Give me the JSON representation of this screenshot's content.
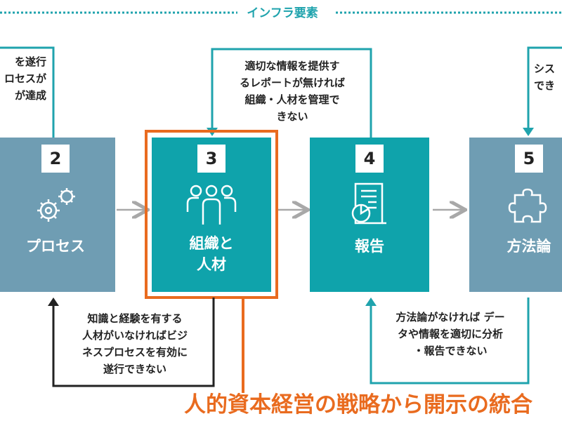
{
  "header": {
    "title": "インフラ要素"
  },
  "boxes": [
    {
      "number": "2",
      "label": "プロセス",
      "icon": "gears-icon",
      "color": "#6f9db3"
    },
    {
      "number": "3",
      "label": "組織と\n人材",
      "icon": "people-icon",
      "color": "#0fa3ab"
    },
    {
      "number": "4",
      "label": "報告",
      "icon": "report-icon",
      "color": "#0fa3ab"
    },
    {
      "number": "5",
      "label": "方法論",
      "icon": "puzzle-icon",
      "color": "#6f9db3"
    }
  ],
  "notes": {
    "top_left": "を遂行\nロセスが\nが達成",
    "top_middle": "適切な情報を提供す\nるレポートが無ければ\n組織・人材を管理で\nきない",
    "top_right": "シス\nでき",
    "bottom_left": "知識と経験を有する\n人材がいなければビジ\nネスプロセスを有効に\n遂行できない",
    "bottom_right": "方法論がなければ デー\nタや情報を適切に分析\n・報告できない"
  },
  "tagline": "人的資本経営の戦略から開示の統合",
  "colors": {
    "accent_teal": "#0fa3ab",
    "muted_blue": "#6f9db3",
    "highlight_orange": "#e96b1f",
    "arrow_gray": "#a8a8a8",
    "dark_border": "#222222"
  }
}
